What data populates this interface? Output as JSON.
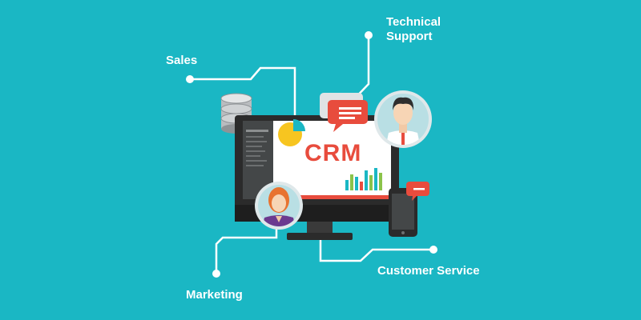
{
  "labels": {
    "sales": "Sales",
    "technical_support_line1": "Technical",
    "technical_support_line2": "Support",
    "customer_service": "Customer Service",
    "marketing": "Marketing"
  },
  "screen": {
    "title": "CRM"
  },
  "colors": {
    "background": "#1ab7c4",
    "accent_red": "#e84c3d",
    "monitor_frame": "#2b2b2b",
    "screen_bg": "#ffffff",
    "chart_yellow": "#f7c520",
    "chart_teal": "#1ab7c4"
  },
  "icons": [
    "database-icon",
    "pie-chart-icon",
    "bar-chart-icon",
    "speech-bubble-icon",
    "smartphone-icon",
    "man-avatar-icon",
    "woman-avatar-icon"
  ]
}
